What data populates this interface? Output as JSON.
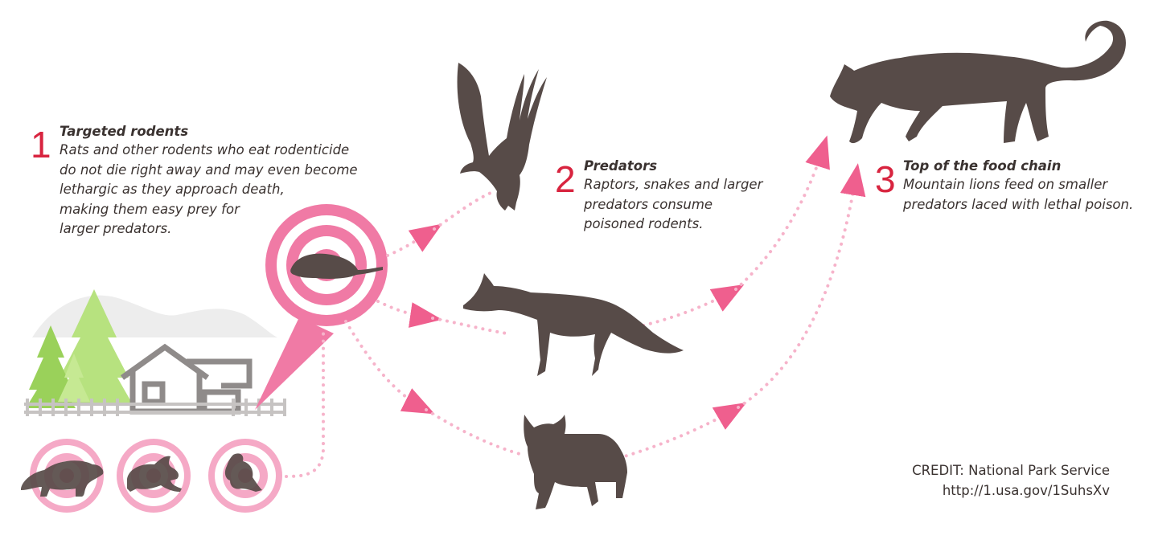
{
  "steps": [
    {
      "number": "1",
      "title": "Targeted rodents",
      "lines": [
        "Rats and other rodents who eat rodenticide",
        "do not die right away and may even become",
        "lethargic as they approach death,",
        "making them easy prey for",
        "larger predators."
      ]
    },
    {
      "number": "2",
      "title": "Predators",
      "lines": [
        "Raptors, snakes and larger",
        "predators consume",
        "poisoned rodents."
      ]
    },
    {
      "number": "3",
      "title": "Top of the food chain",
      "lines": [
        "Mountain lions feed on smaller",
        "predators laced with lethal poison."
      ]
    }
  ],
  "credit": {
    "line1": "CREDIT: National Park Service",
    "line2": "http://1.usa.gov/1SuhsXv"
  },
  "icons": {
    "rat": "rat-icon",
    "raccoon": "raccoon-icon",
    "rabbit": "rabbit-icon",
    "squirrel": "squirrel-icon",
    "eagle": "eagle-icon",
    "fox": "fox-icon",
    "bobcat": "bobcat-icon",
    "mountain_lion": "mountain-lion-icon",
    "house": "house-icon",
    "trees": "tree-icon"
  },
  "colors": {
    "target_pink": "#f07aa5",
    "target_light": "#fbd5e3",
    "arrow_pink": "#ef5f8e",
    "dots_pink": "#f6b3ca",
    "animal_brown": "#574b48",
    "number_red": "#d8243f",
    "tree_green": "#a8d96a",
    "house_gray": "#8f8b8a"
  }
}
